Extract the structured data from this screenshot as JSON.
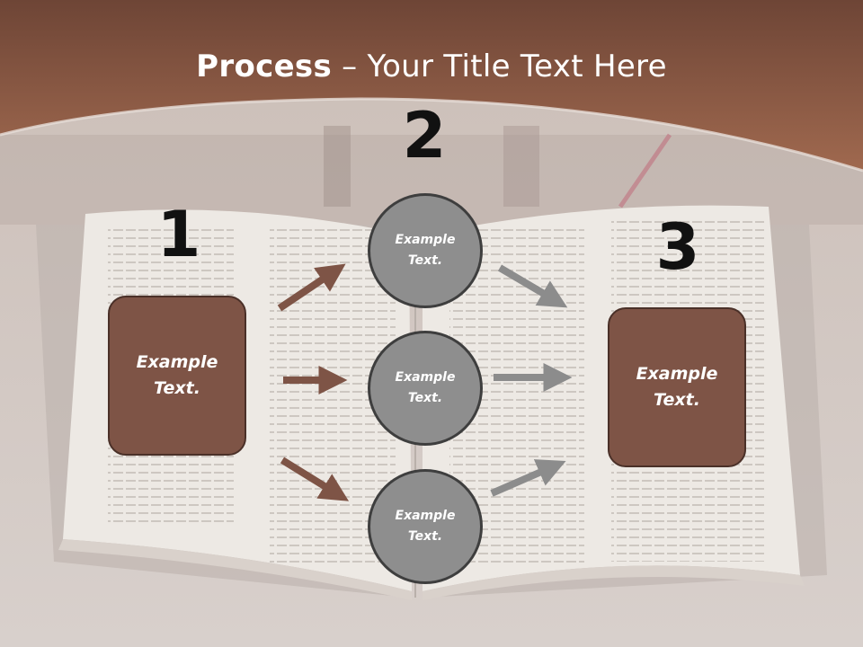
{
  "title": {
    "bold": "Process",
    "rest": " – Your Title Text Here"
  },
  "steps": [
    {
      "number": "1",
      "label": "Example\nText."
    },
    {
      "number": "2",
      "label": "Example\nText."
    },
    {
      "number": "3",
      "label": "Example\nText."
    }
  ],
  "circles": [
    {
      "label": "Example\nText."
    },
    {
      "label": "Example\nText."
    },
    {
      "label": "Example\nText."
    }
  ],
  "colors": {
    "header": "#8a5a44",
    "box": "#7e5446",
    "circle": "#8e8e8e",
    "arrow_brown": "#7e5446",
    "arrow_gray": "#8c8c8c"
  }
}
